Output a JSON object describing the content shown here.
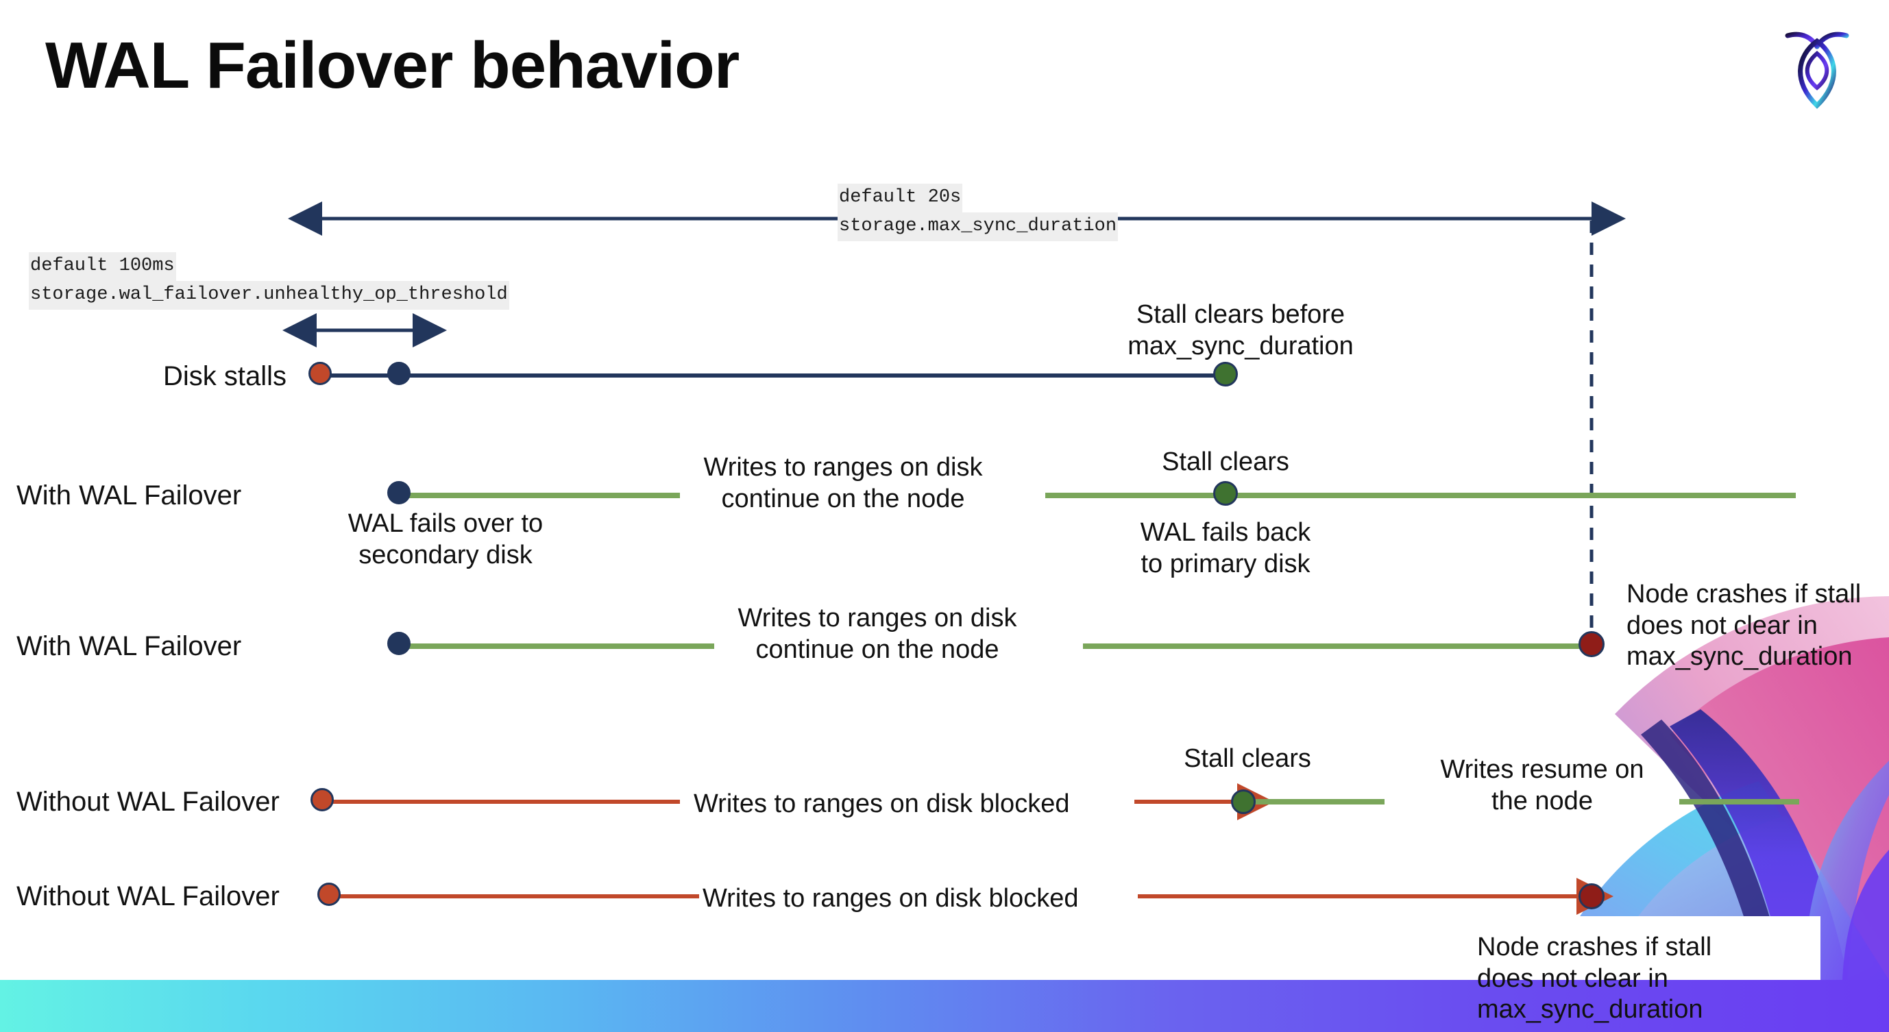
{
  "slide": {
    "title": "WAL Failover behavior",
    "logo_name": "cockroachdb-logo"
  },
  "settings": {
    "max_sync": {
      "default_label": "default 20s",
      "setting_name": "storage.max_sync_duration"
    },
    "unhealthy_op": {
      "default_label": "default 100ms",
      "setting_name": "storage.wal_failover.unhealthy_op_threshold"
    }
  },
  "rows": [
    {
      "label": "Disk stalls",
      "annotations": {
        "stall_clears_before": "Stall clears before\nmax_sync_duration",
        "stall_clears_before_line1": "Stall clears before",
        "stall_clears_before_line2": "max_sync_duration"
      }
    },
    {
      "label": "With WAL Failover",
      "annotations": {
        "failover_line1": "WAL fails over to",
        "failover_line2": "secondary disk",
        "writes_line1": "Writes to ranges on disk",
        "writes_line2": "continue on the node",
        "stall_clears": "Stall clears",
        "failback_line1": "WAL fails  back",
        "failback_line2": "to primary disk"
      }
    },
    {
      "label": "With WAL Failover",
      "annotations": {
        "writes_line1": "Writes to ranges on disk",
        "writes_line2": "continue on the node",
        "crash_line1": "Node crashes if stall",
        "crash_line2": "does not clear in",
        "crash_line3": "max_sync_duration"
      }
    },
    {
      "label": "Without WAL Failover",
      "annotations": {
        "blocked": "Writes to ranges on disk  blocked",
        "stall_clears": "Stall clears",
        "resume_line1": "Writes resume on",
        "resume_line2": "the node"
      }
    },
    {
      "label": "Without WAL Failover",
      "annotations": {
        "blocked": "Writes to ranges on disk  blocked",
        "crash_line1": "Node crashes if stall",
        "crash_line2": "does not clear in",
        "crash_line3": "max_sync_duration"
      }
    }
  ],
  "colors": {
    "navy": "#22365c",
    "green_line": "#7aa65a",
    "green_dot": "#3f7230",
    "red_line": "#c1482a",
    "red_dot": "#c1482a",
    "dark_red_dot": "#8f1d18",
    "code_chip_bg": "#eeeeee",
    "bottom_bar_start": "#63f2e4",
    "bottom_bar_end": "#6a3df2"
  },
  "icons": {
    "double_arrow": "double-headed-arrow-icon",
    "left_arrow": "left-arrow-icon",
    "right_arrow": "right-arrow-icon",
    "dashed_connector": "dashed-vertical-connector-icon"
  }
}
